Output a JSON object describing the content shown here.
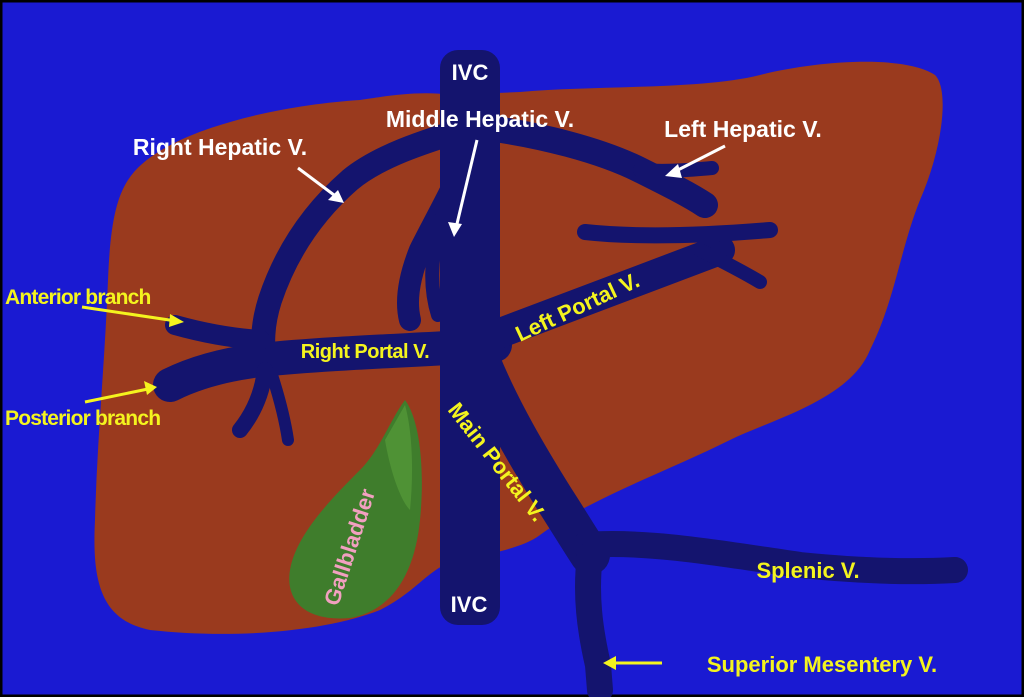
{
  "colors": {
    "background": "#1a1ad2",
    "liver": "#9a3a1e",
    "vein": "#14146e",
    "vein_dark": "#0e0e52",
    "vein_highlight": "#2a2aa0",
    "gallbladder": "#3f7d2c",
    "gallbladder_light": "#5aa03c",
    "label_white": "#ffffff",
    "label_yellow": "#f4f41e",
    "label_pink": "#f2a0c0",
    "frame": "#000000"
  },
  "labels": {
    "ivc_top": "IVC",
    "ivc_bottom": "IVC",
    "middle_hepatic": "Middle Hepatic V.",
    "right_hepatic": "Right Hepatic V.",
    "left_hepatic": "Left Hepatic V.",
    "anterior_branch": "Anterior branch",
    "posterior_branch": "Posterior branch",
    "right_portal": "Right Portal V.",
    "left_portal": "Left Portal V.",
    "main_portal": "Main Portal V.",
    "gallbladder": "Gallbladder",
    "splenic": "Splenic V.",
    "superior_mesentery": "Superior Mesentery V."
  }
}
